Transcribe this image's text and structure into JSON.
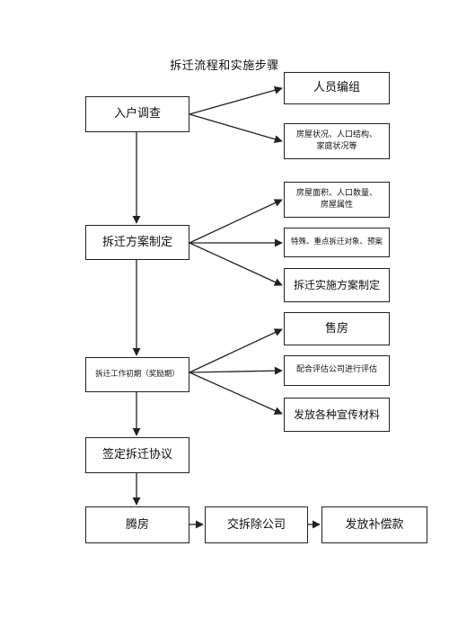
{
  "title": "拆迁流程和实施步骤",
  "steps": {
    "survey": "入户调查",
    "plan": "拆迁方案制定",
    "initial": "拆迁工作初期（奖励期）",
    "sign": "签定拆迁协议",
    "vacate": "腾房",
    "handover": "交拆除公司",
    "compensate": "发放补偿款"
  },
  "branches": {
    "personnel": "人员编组",
    "housing_status": "房屋状况、人口结构、\n家庭状况等",
    "area": "房屋面积、人口数量、\n房屋属性",
    "special": "特殊、重点拆迁对象、预案",
    "implementation_plan": "拆迁实施方案制定",
    "sell": "售房",
    "assessment": "配合评估公司进行评估",
    "publicity": "发放各种宣传材料"
  }
}
